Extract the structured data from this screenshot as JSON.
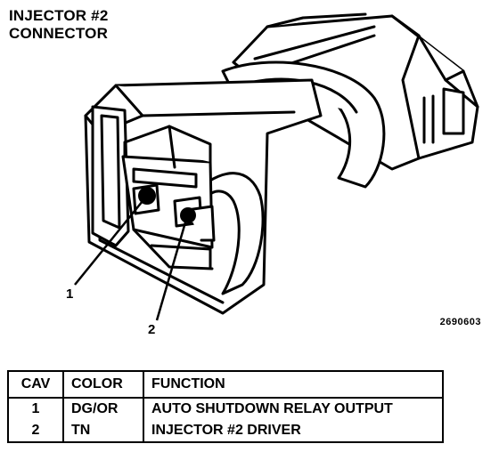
{
  "title": {
    "line1": "INJECTOR #2",
    "line2": "CONNECTOR"
  },
  "callouts": [
    "1",
    "2"
  ],
  "figure_code": "2690603",
  "table": {
    "headers": [
      "CAV",
      "COLOR",
      "FUNCTION"
    ],
    "rows": [
      {
        "cav": "1",
        "color": "DG/OR",
        "function": "AUTO SHUTDOWN RELAY OUTPUT"
      },
      {
        "cav": "2",
        "color": "TN",
        "function": "INJECTOR #2 DRIVER"
      }
    ]
  }
}
